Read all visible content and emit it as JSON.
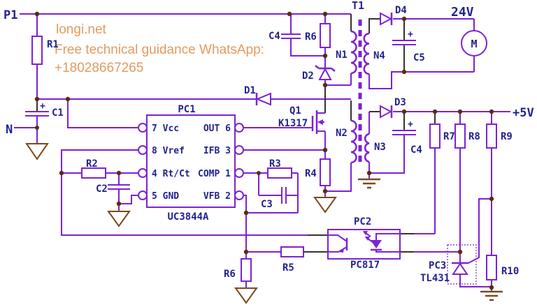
{
  "watermark": {
    "line1": "longi.net",
    "line2": "Free technical guidance WhatsApp:",
    "line3": "+18028667265"
  },
  "nets": {
    "p1": "P1",
    "n": "N",
    "v24": "24V",
    "v5": "+5V"
  },
  "transformer": {
    "ref": "T1",
    "n1": "N1",
    "n2": "N2",
    "n3": "N3",
    "n4": "N4"
  },
  "ic": {
    "ref": "PC1",
    "part": "UC3844A",
    "left_pins": [
      "7 Vcc",
      "8 Vref",
      "4 Rt/Ct",
      "5 GND"
    ],
    "right_pins": [
      "OUT 6",
      "IFB 3",
      "COMP 1",
      "VFB 2"
    ]
  },
  "optocoupler": {
    "ref": "PC2",
    "part": "PC817"
  },
  "shunt_regulator": {
    "ref": "PC3",
    "part": "TL431"
  },
  "mosfet": {
    "ref": "Q1",
    "part": "K1317"
  },
  "motor": {
    "label": "M"
  },
  "components": {
    "r1": "R1",
    "r2": "R2",
    "r3": "R3",
    "r4": "R4",
    "r5": "R5",
    "r6_top": "R6",
    "r6_bottom": "R6",
    "r7": "R7",
    "r8": "R8",
    "r9": "R9",
    "r10": "R10",
    "c1": "C1",
    "c2": "C2",
    "c3": "C3",
    "c4_primary": "C4",
    "c4_secondary": "C4",
    "c5": "C5",
    "d1": "D1",
    "d2": "D2",
    "d3": "D3",
    "d4": "D4",
    "plus": "+"
  },
  "colors": {
    "wire": "#7d22d4",
    "label": "#23238f",
    "watermark": "#e39a5f",
    "dot": "#5a2d0c",
    "ground": "#7a4a1f",
    "dark_wire": "#3a322c"
  }
}
